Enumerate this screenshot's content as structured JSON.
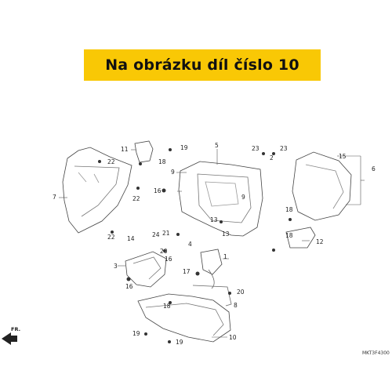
{
  "banner": {
    "title": "Na obrázku díl číslo 10",
    "color": "#f9c805"
  },
  "diagram": {
    "figure_code": "MKT3F4300",
    "direction_label": "FR.",
    "callouts": [
      "1",
      "2",
      "3",
      "4",
      "5",
      "6",
      "7",
      "8",
      "9",
      "10",
      "11",
      "12",
      "13",
      "14",
      "15",
      "16",
      "17",
      "18",
      "19",
      "20",
      "21",
      "22",
      "23",
      "24"
    ]
  }
}
